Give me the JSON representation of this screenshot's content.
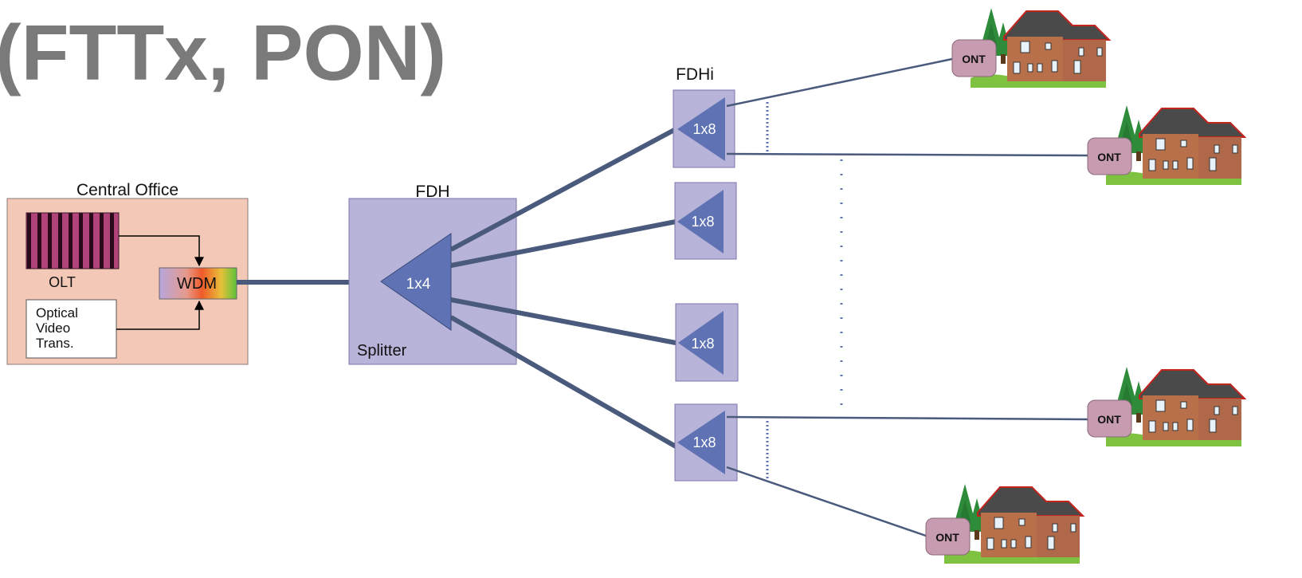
{
  "title": "(FTTx, PON)",
  "central_office": {
    "label": "Central Office",
    "olt_label": "OLT",
    "wdm_label": "WDM",
    "video_lines": [
      "Optical",
      "Video",
      "Trans."
    ]
  },
  "fdh": {
    "label": "FDH",
    "splitter_ratio": "1x4",
    "splitter_label": "Splitter"
  },
  "fdhi": {
    "label": "FDHi",
    "splitters": [
      {
        "ratio": "1x8"
      },
      {
        "ratio": "1x8"
      },
      {
        "ratio": "1x8"
      },
      {
        "ratio": "1x8"
      }
    ]
  },
  "ont_label": "ONT",
  "colors": {
    "title_gray": "#7a7a7a",
    "co_fill": "#f3c8b6",
    "fdh_fill": "#b8b3d8",
    "splitter_fill": "#5f73b4",
    "fiber": "#4a5a7c",
    "ont_fill": "#c79bb0",
    "house_wall": "#b8704a",
    "roof": "#4a4a4a",
    "grass": "#7fc241",
    "tree": "#2e8b3a",
    "olt": "#b0437a"
  },
  "icons": [
    "house-icon",
    "tree-icon"
  ]
}
